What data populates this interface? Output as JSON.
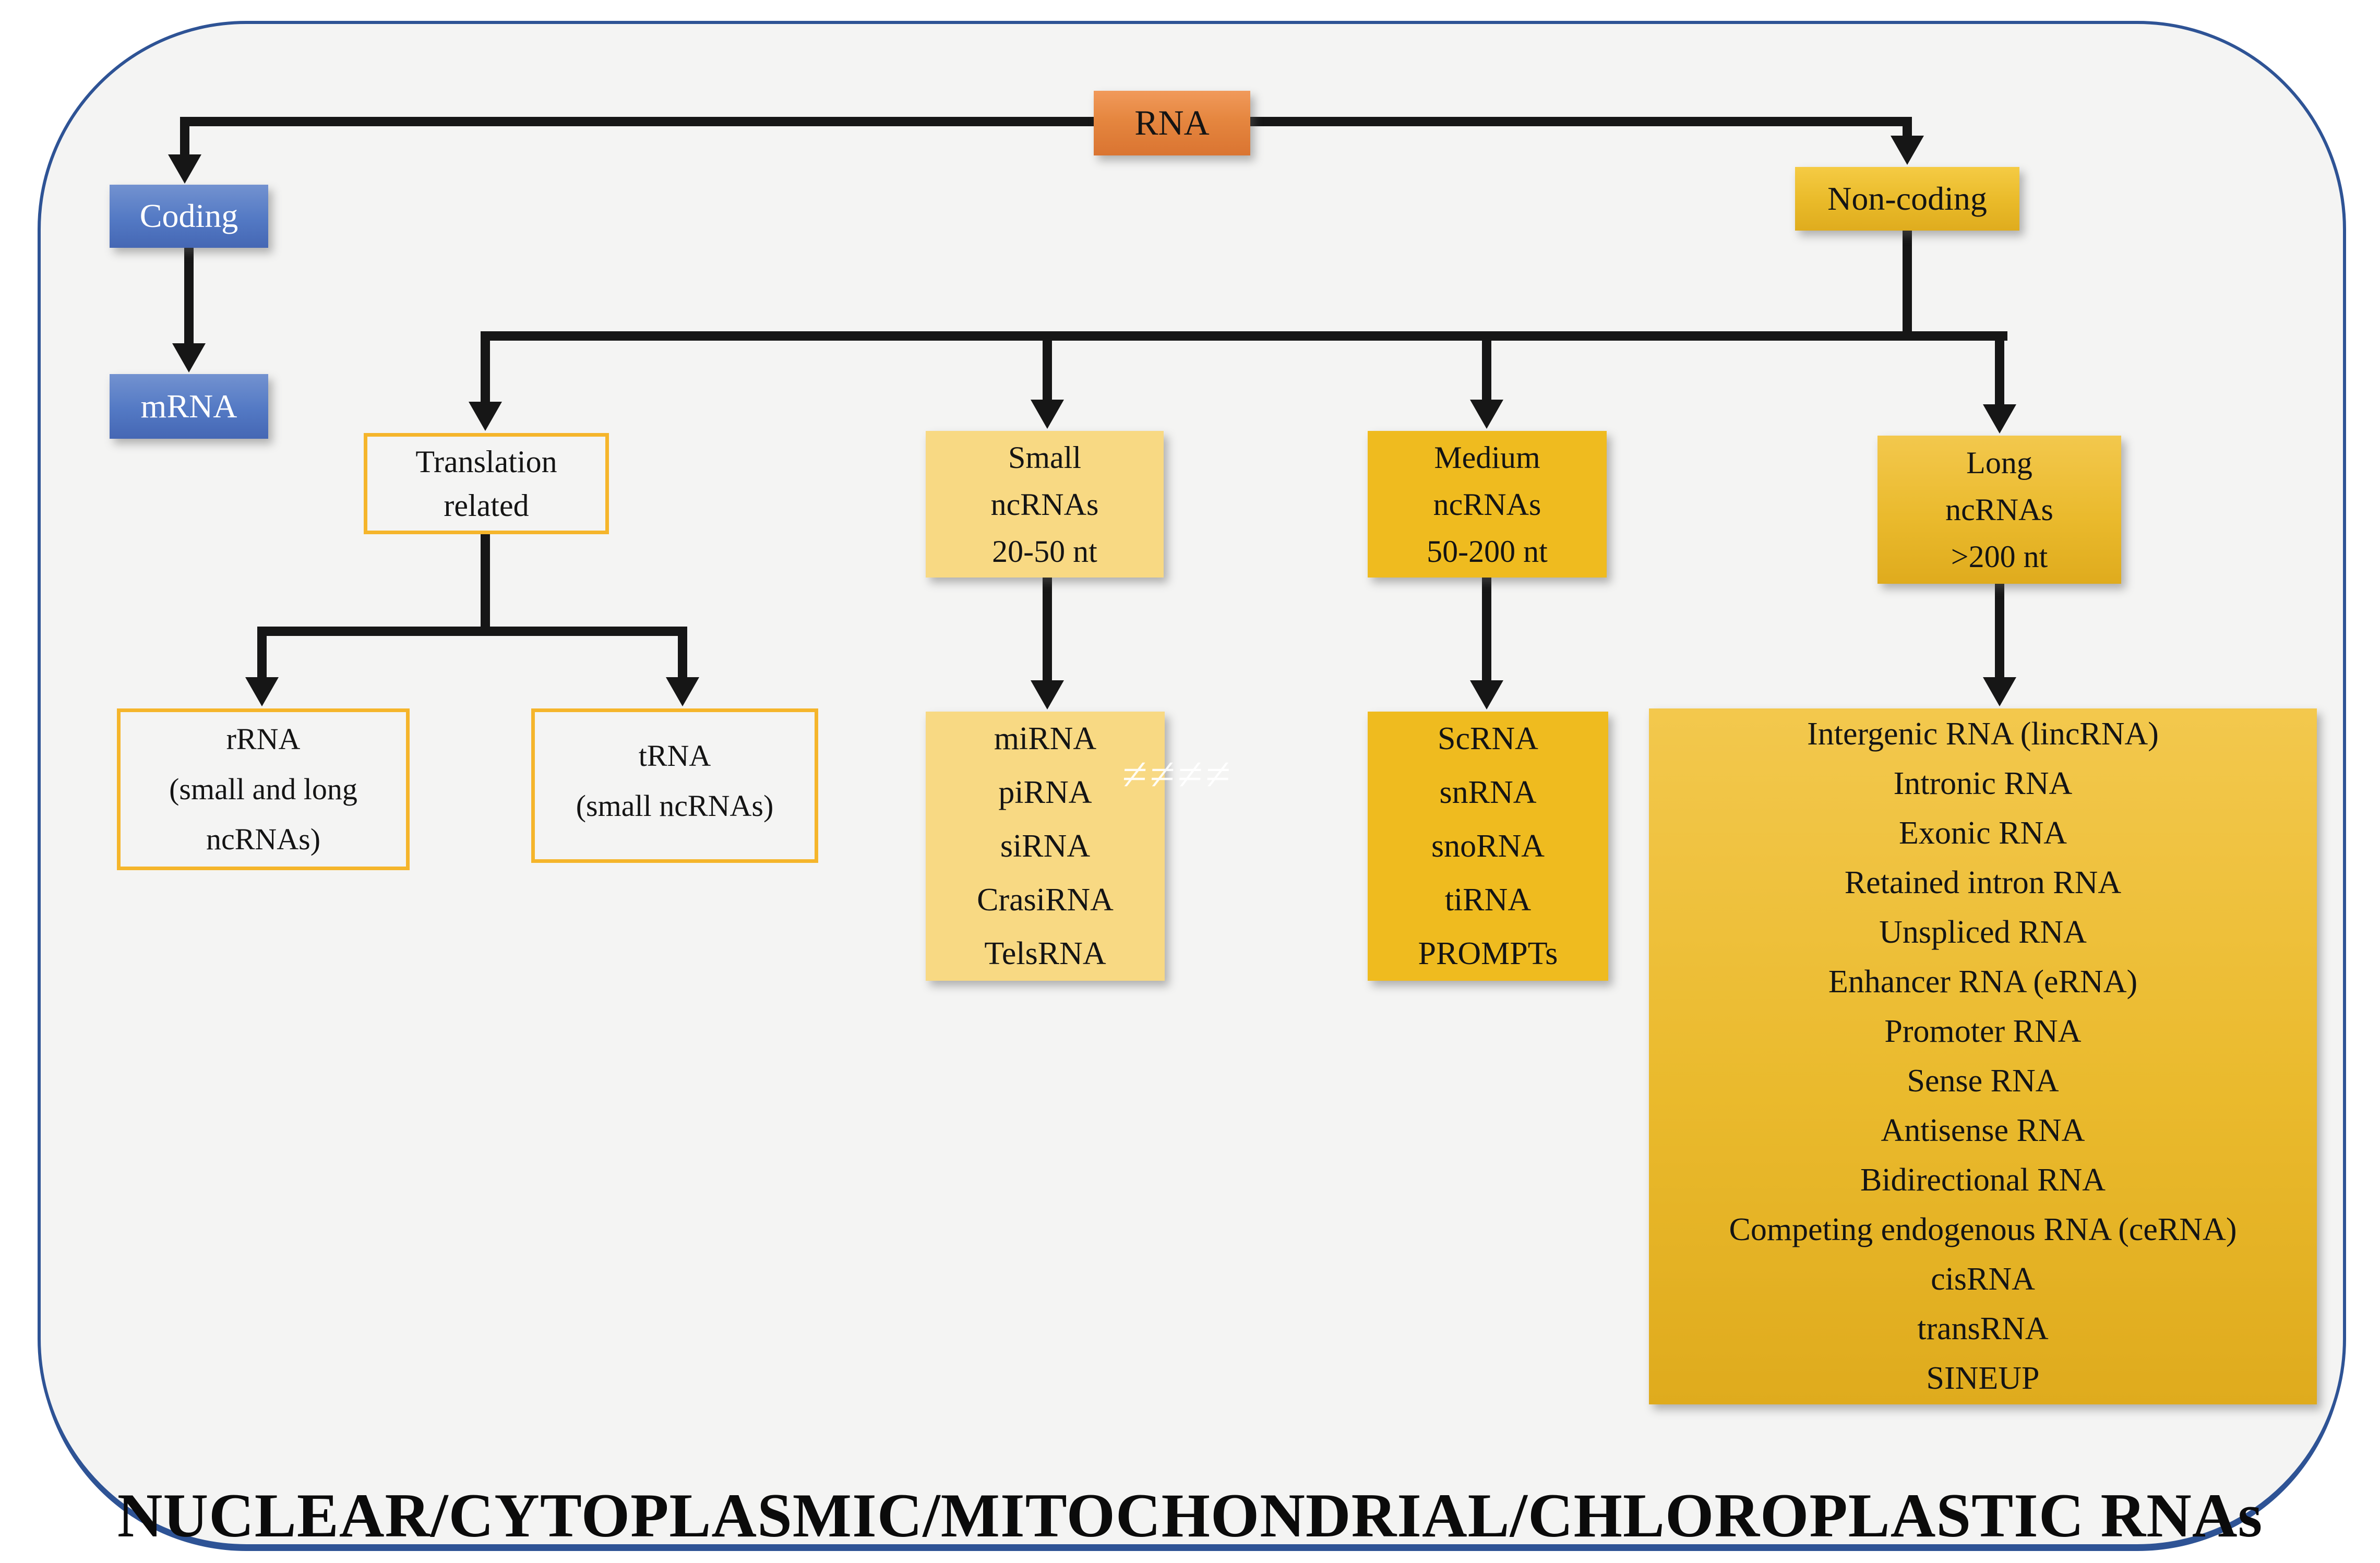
{
  "diagram_title": "NUCLEAR/CYTOPLASMIC/MITOCHONDRIAL/CHLOROPLASTIC RNAs",
  "watermark": "≠≠≠≠",
  "colors": {
    "panel_background": "#f4f4f3",
    "panel_border": "#2e5395",
    "connector_black": "#161616",
    "rna_orange": "#e0813b",
    "coding_blue": "#4a70bf",
    "noncoding_gold": "#e9b92a",
    "light_yellow": "#f8d983",
    "deep_gold": "#efbb1f",
    "outline_gold": "#f5b52b"
  },
  "nodes": {
    "rna": {
      "label": "RNA"
    },
    "coding": {
      "label": "Coding"
    },
    "mrna": {
      "label": "mRNA"
    },
    "non_coding": {
      "label": "Non-coding"
    },
    "translation_related": {
      "lines": [
        "Translation",
        "related"
      ]
    },
    "small_ncrnas": {
      "lines": [
        "Small",
        "ncRNAs",
        "20-50 nt"
      ]
    },
    "medium_ncrnas": {
      "lines": [
        "Medium",
        "ncRNAs",
        "50-200 nt"
      ]
    },
    "long_ncrnas": {
      "lines": [
        "Long",
        "ncRNAs",
        ">200 nt"
      ]
    },
    "rrna": {
      "lines": [
        "rRNA",
        "(small and long",
        "ncRNAs)"
      ]
    },
    "trna": {
      "lines": [
        "tRNA",
        "(small ncRNAs)"
      ]
    },
    "small_list": {
      "items": [
        "miRNA",
        "piRNA",
        "siRNA",
        "CrasiRNA",
        "TelsRNA"
      ]
    },
    "medium_list": {
      "items": [
        "ScRNA",
        "snRNA",
        "snoRNA",
        "tiRNA",
        "PROMPTs"
      ]
    },
    "long_list": {
      "items": [
        "Intergenic RNA (lincRNA)",
        "Intronic RNA",
        "Exonic RNA",
        "Retained intron RNA",
        "Unspliced RNA",
        "Enhancer RNA (eRNA)",
        "Promoter RNA",
        "Sense RNA",
        "Antisense RNA",
        "Bidirectional RNA",
        "Competing endogenous RNA (ceRNA)",
        "cisRNA",
        "transRNA",
        "SINEUP"
      ]
    }
  }
}
